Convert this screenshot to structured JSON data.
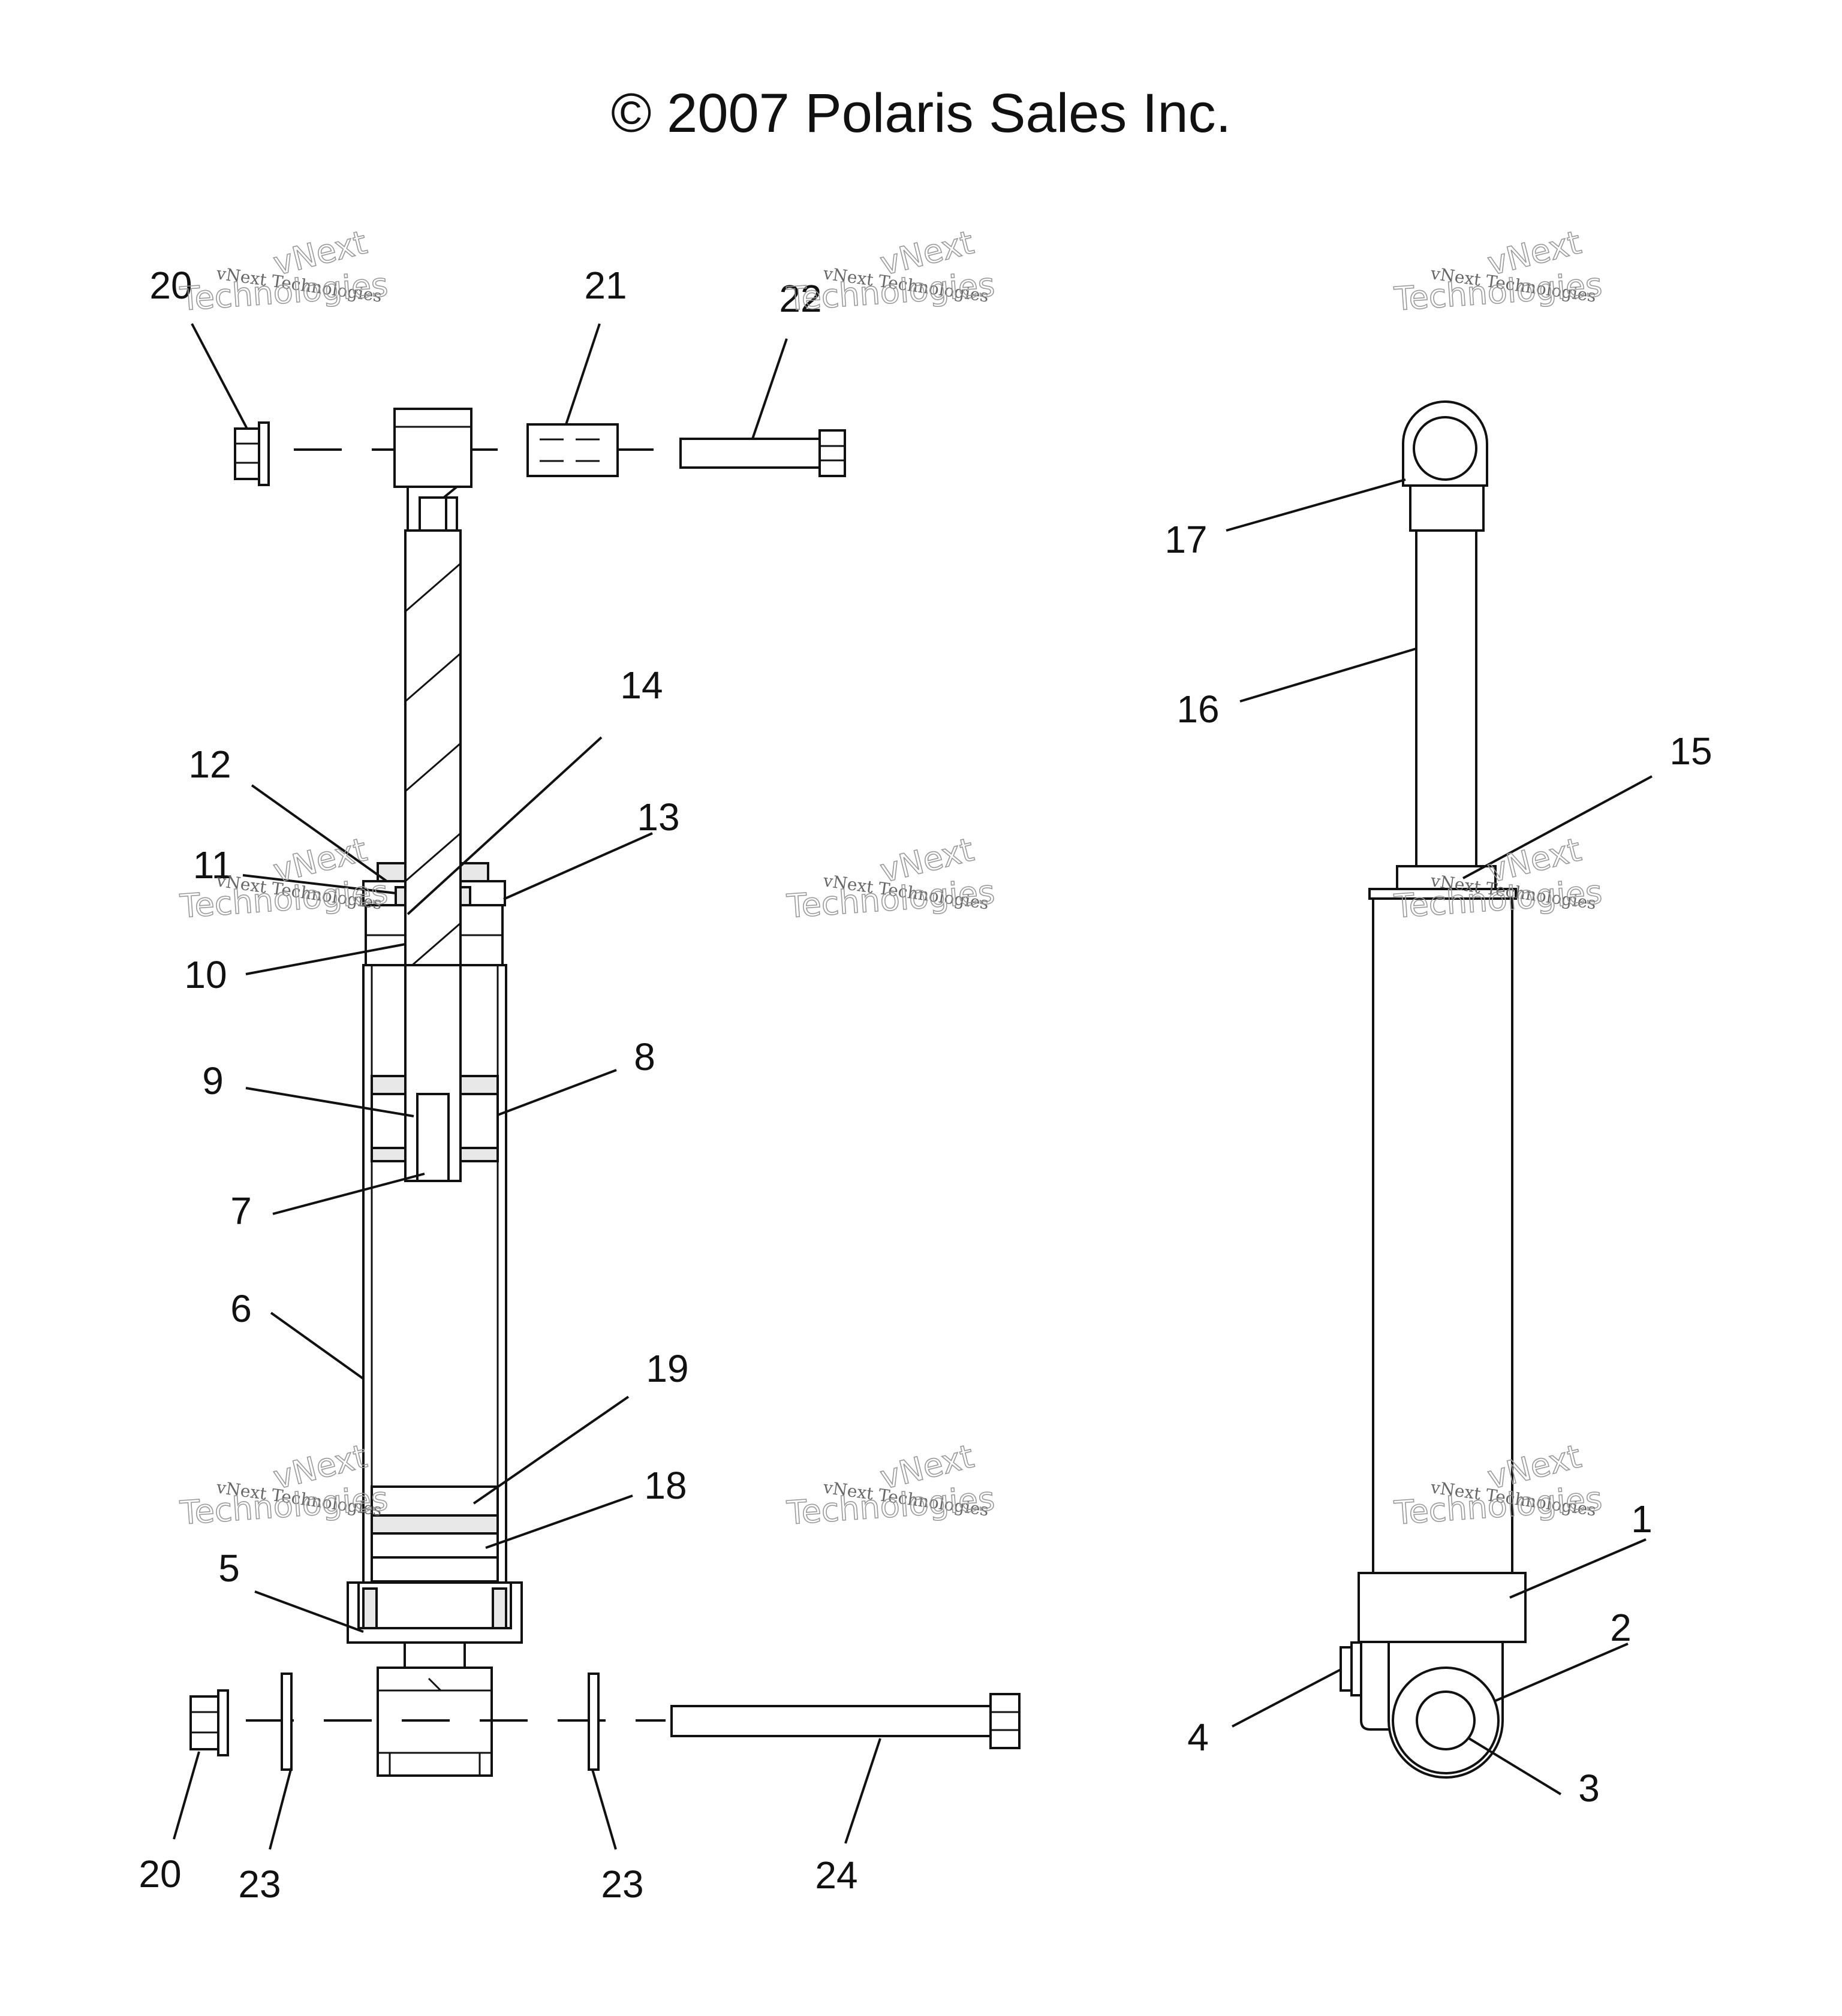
{
  "title": "© 2007 Polaris Sales Inc.",
  "watermark": {
    "line1": "vNext Technologies",
    "line2": "vNext",
    "line3": "Technologies"
  },
  "callouts": [
    "1",
    "2",
    "3",
    "4",
    "5",
    "6",
    "7",
    "8",
    "9",
    "10",
    "11",
    "12",
    "13",
    "14",
    "15",
    "16",
    "17",
    "18",
    "19",
    "20",
    "20",
    "21",
    "22",
    "23",
    "23",
    "24"
  ],
  "colors": {
    "ink": "#111111",
    "background": "#ffffff",
    "watermark": "#999999"
  }
}
